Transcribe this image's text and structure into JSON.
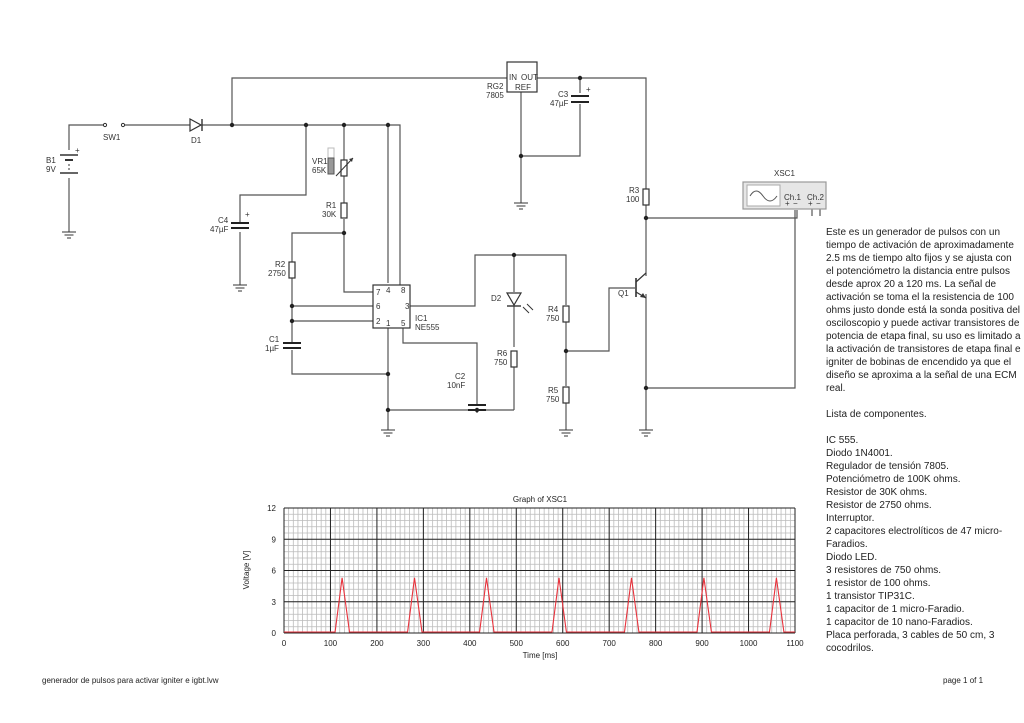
{
  "schematic": {
    "components": {
      "B1": {
        "ref": "B1",
        "value": "9V"
      },
      "SW1": {
        "ref": "SW1"
      },
      "D1": {
        "ref": "D1"
      },
      "C4": {
        "ref": "C4",
        "value": "47µF"
      },
      "VR1": {
        "ref": "VR1",
        "value": "65K"
      },
      "R1": {
        "ref": "R1",
        "value": "30K"
      },
      "R2": {
        "ref": "R2",
        "value": "2750"
      },
      "C1": {
        "ref": "C1",
        "value": "1µF"
      },
      "IC1": {
        "ref": "IC1",
        "value": "NE555",
        "pins": [
          "7",
          "4",
          "8",
          "6",
          "3",
          "2",
          "1",
          "5"
        ]
      },
      "RG2": {
        "ref": "RG2",
        "value": "7805",
        "pins": {
          "in": "IN",
          "out": "OUT",
          "ref": "REF"
        }
      },
      "C3": {
        "ref": "C3",
        "value": "47µF"
      },
      "C2": {
        "ref": "C2",
        "value": "10nF"
      },
      "D2": {
        "ref": "D2"
      },
      "R6": {
        "ref": "R6",
        "value": "750"
      },
      "R4": {
        "ref": "R4",
        "value": "750"
      },
      "R5": {
        "ref": "R5",
        "value": "750"
      },
      "R3": {
        "ref": "R3",
        "value": "100"
      },
      "Q1": {
        "ref": "Q1"
      },
      "XSC1": {
        "ref": "XSC1",
        "ch1": "Ch.1",
        "ch2": "Ch.2",
        "plus": "+",
        "minus": "−"
      }
    }
  },
  "description": {
    "paragraph": "Este es un generador de pulsos con un tiempo de activación de aproximadamente 2.5 ms de tiempo alto fijos y se ajusta con el potenciómetro la distancia entre pulsos desde aprox 20 a 120 ms. La señal de activación se toma el la resistencia de 100 ohms justo donde está la sonda positiva del osciloscopio y puede activar transistores de potencia de etapa final, su uso es limitado a la activación de transistores de etapa final e igniter de bobinas de encendido ya que el diseño se aproxima a la señal de una ECM real.",
    "list_title": "Lista de componentes.",
    "parts": [
      "IC 555.",
      "Diodo 1N4001.",
      "Regulador de tensión 7805.",
      "Potenciómetro de 100K ohms.",
      "Resistor de 30K ohms.",
      "Resistor de 2750 ohms.",
      "Interruptor.",
      "2 capacitores electrolíticos de 47 micro-Faradios.",
      "Diodo LED.",
      "3 resistores de 750 ohms.",
      "1 resistor de 100 ohms.",
      "1 transistor TIP31C.",
      "1 capacitor de 1 micro-Faradio.",
      "1 capacitor de 10 nano-Faradios.",
      "Placa perforada, 3 cables de 50 cm, 3 cocodrilos."
    ]
  },
  "footer": {
    "filename": "generador de pulsos para activar igniter e igbt.lvw",
    "page": "page 1 of 1"
  },
  "colors": {
    "trace": "#e8323c",
    "grid_major": "#222222",
    "grid_minor": "#bbbbbb"
  },
  "chart_data": {
    "type": "line",
    "title": "Graph of XSC1",
    "xlabel": "Time [ms]",
    "ylabel": "Voltage [V]",
    "xlim": [
      0,
      1100
    ],
    "ylim": [
      0,
      12
    ],
    "xticks": [
      0,
      100,
      200,
      300,
      400,
      500,
      600,
      700,
      800,
      900,
      1000,
      1100
    ],
    "yticks": [
      0,
      3,
      6,
      9,
      12
    ],
    "grid": true,
    "legend": "none",
    "series": [
      {
        "name": "Ch.1",
        "x": [
          0,
          110,
          125,
          141,
          266,
          281,
          297,
          421,
          436,
          452,
          577,
          592,
          608,
          733,
          748,
          764,
          889,
          904,
          920,
          1045,
          1060,
          1076,
          1100
        ],
        "y": [
          0.1,
          0.1,
          5.3,
          0.1,
          0.1,
          5.3,
          0.1,
          0.1,
          5.3,
          0.1,
          0.1,
          5.3,
          0.1,
          0.1,
          5.3,
          0.1,
          0.1,
          5.3,
          0.1,
          0.1,
          5.3,
          0.1,
          0.1
        ]
      }
    ]
  }
}
